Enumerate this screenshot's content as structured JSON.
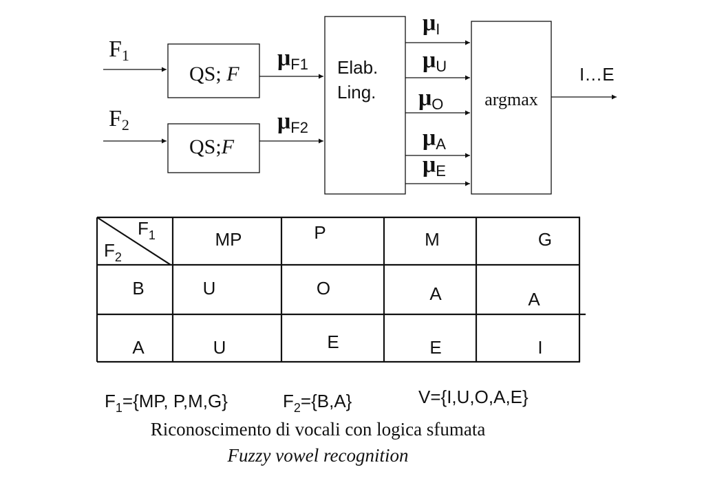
{
  "diagram": {
    "inputs": [
      {
        "base": "F",
        "sub": "1"
      },
      {
        "base": "F",
        "sub": "2"
      }
    ],
    "qs_blocks": [
      {
        "label": "QS; ",
        "italic": "F"
      },
      {
        "label": "QS;",
        "italic": "F"
      }
    ],
    "mu_symbol": "μ",
    "qs_outputs": [
      "F1",
      "F2"
    ],
    "elab_block": {
      "line1": "Elab.",
      "line2": "Ling."
    },
    "vowel_outputs": [
      "I",
      "U",
      "O",
      "A",
      "E"
    ],
    "argmax_label": "argmax",
    "output_label": "I…E"
  },
  "table": {
    "corner_top": {
      "base": "F",
      "sub": "1"
    },
    "corner_bottom": {
      "base": "F",
      "sub": "2"
    },
    "columns": [
      "MP",
      "P",
      "M",
      "G"
    ],
    "rows": [
      {
        "label": "B",
        "cells": [
          "U",
          "O",
          "A",
          "A"
        ]
      },
      {
        "label": "A",
        "cells": [
          "U",
          "E",
          "E",
          "I"
        ]
      }
    ]
  },
  "sets": {
    "f1": {
      "base": "F",
      "sub": "1",
      "rest": "={MP, P,M,G}"
    },
    "f2": {
      "base": "F",
      "sub": "2",
      "rest": "={B,A}"
    },
    "v": "V={I,U,O,A,E}"
  },
  "caption": {
    "italian": "Riconoscimento di vocali con logica sfumata",
    "english": "Fuzzy vowel recognition"
  }
}
